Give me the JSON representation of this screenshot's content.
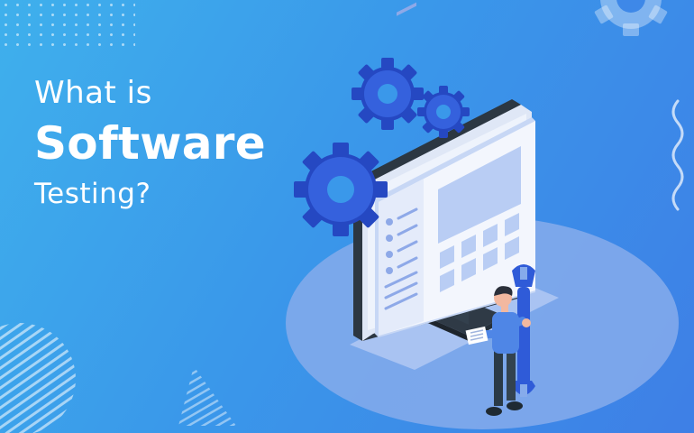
{
  "headline": {
    "line1": "What is",
    "line2": "Software",
    "line3": "Testing?"
  },
  "illustration": {
    "subject": "monitor-with-gears-and-person-holding-wrench"
  },
  "colors": {
    "background_start": "#3fb0ec",
    "background_end": "#3e7fe6",
    "gear": "#2d55d6",
    "platform": "#7ea6ea",
    "text": "#ffffff"
  }
}
